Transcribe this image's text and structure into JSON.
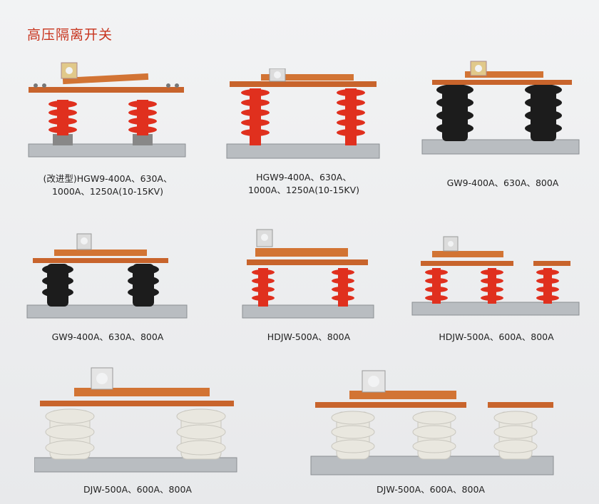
{
  "page_title": "高压隔离开关",
  "products": [
    {
      "id": "p1",
      "caption_line1": "(改进型)HGW9-400A、630A、",
      "caption_line2": "1000A、1250A(10-15KV)",
      "insulator": "red-ribbed",
      "posts": 2
    },
    {
      "id": "p2",
      "caption_line1": "HGW9-400A、630A、",
      "caption_line2": "1000A、1250A(10-15KV)",
      "insulator": "red-ribbed",
      "posts": 2
    },
    {
      "id": "p3",
      "caption_line1": "GW9-400A、630A、800A",
      "caption_line2": "",
      "insulator": "black-rubber",
      "posts": 2
    },
    {
      "id": "p4",
      "caption_line1": "GW9-400A、630A、800A",
      "caption_line2": "",
      "insulator": "black-rubber",
      "posts": 2
    },
    {
      "id": "p5",
      "caption_line1": "HDJW-500A、800A",
      "caption_line2": "",
      "insulator": "red-ribbed",
      "posts": 2
    },
    {
      "id": "p6",
      "caption_line1": "HDJW-500A、600A、800A",
      "caption_line2": "",
      "insulator": "red-ribbed",
      "posts": 3
    },
    {
      "id": "p7",
      "caption_line1": "DJW-500A、600A、800A",
      "caption_line2": "",
      "insulator": "white-porcelain",
      "posts": 2
    },
    {
      "id": "p8",
      "caption_line1": "DJW-500A、600A、800A",
      "caption_line2": "",
      "insulator": "white-porcelain",
      "posts": 3
    }
  ],
  "colors": {
    "title": "#c8341e",
    "red_insulator": "#e0301e",
    "black_insulator": "#1c1c1c",
    "white_insulator": "#e9e7df",
    "copper_blade": "#c8642c",
    "steel_base": "#b8bcc0"
  }
}
